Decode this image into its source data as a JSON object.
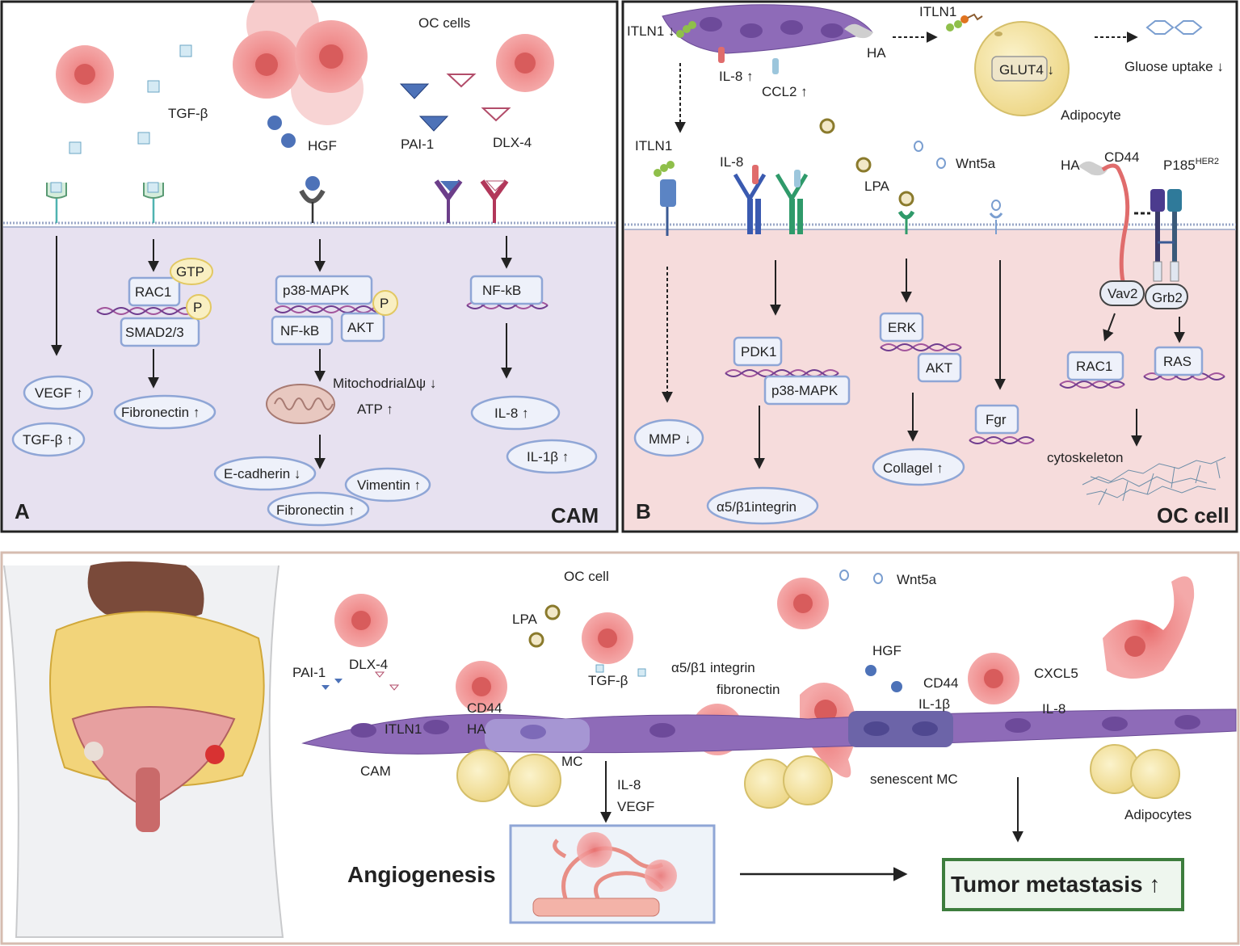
{
  "panel_a": {
    "letter": "A",
    "title": "CAM",
    "labels": {
      "oc_cells": "OC cells",
      "tgfb": "TGF-β",
      "hgf": "HGF",
      "pai1": "PAI-1",
      "dlx4": "DLX-4",
      "gtp": "GTP",
      "rac1": "RAC1",
      "p": "P",
      "smad": "SMAD2/3",
      "p38": "p38-MAPK",
      "nfkb": "NF-kB",
      "akt": "AKT",
      "nfkb2": "NF-kB",
      "mito": "MitochodrialΔψ ↓",
      "atp": "ATP ↑",
      "vegf_up": "VEGF ↑",
      "tgfb_up": "TGF-β ↑",
      "fibro_up": "Fibronectin ↑",
      "ecad": "E-cadherin ↓",
      "vim": "Vimentin ↑",
      "fibro2": "Fibronectin ↑",
      "il8": "IL-8 ↑",
      "il1b": "IL-1β ↑"
    }
  },
  "panel_b": {
    "letter": "B",
    "title": "OC cell",
    "labels": {
      "itln1_top": "ITLN1 ↓",
      "il8_up": "IL-8 ↑",
      "ccl2": "CCL2 ↑",
      "ha_top": "HA",
      "itln1_adip": "ITLN1",
      "glut4": "GLUT4 ↓",
      "adipocyte": "Adipocyte",
      "glucose": "Gluose uptake ↓",
      "itln1": "ITLN1",
      "il8": "IL-8",
      "lpa": "LPA",
      "wnt5a": "Wnt5a",
      "ha": "HA",
      "cd44": "CD44",
      "p185": "P185",
      "her2": "HER2",
      "mmp": "MMP ↓",
      "pdk1": "PDK1",
      "p38": "p38-MAPK",
      "integrin": "α5/β1integrin",
      "erk": "ERK",
      "akt": "AKT",
      "collagel": "Collagel ↑",
      "fgr": "Fgr",
      "vav2": "Vav2",
      "grb2": "Grb2",
      "rac1": "RAC1",
      "ras": "RAS",
      "cyto": "cytoskeleton"
    }
  },
  "panel_c": {
    "labels": {
      "oc_cell": "OC cell",
      "wnt5a": "Wnt5a",
      "lpa": "LPA",
      "pai1": "PAI-1",
      "dlx4": "DLX-4",
      "tgfb": "TGF-β",
      "integrin": "α5/β1 integrin",
      "fibronectin": "fibronectin",
      "hgf": "HGF",
      "cd44a": "CD44",
      "itln1": "ITLN1",
      "ha": "HA",
      "cd44b": "CD44",
      "il1b": "IL-1β",
      "cxcl5": "CXCL5",
      "il8": "IL-8",
      "cam": "CAM",
      "mc": "MC",
      "senescent": "senescent MC",
      "adipocytes": "Adipocytes",
      "il8_vegf_1": "IL-8",
      "il8_vegf_2": "VEGF",
      "angio": "Angiogenesis",
      "metastasis": "Tumor metastasis ↑"
    }
  },
  "colors": {
    "panel_a_bg": "#e7e1f0",
    "panel_b_bg": "#f6dcdc",
    "tumor": "#ee8a8a",
    "mesothelial": "#8e6bb8",
    "box_border": "#8fa6d6",
    "fat": "#f3e3a2",
    "metastasis_border": "#3d7d3d"
  }
}
